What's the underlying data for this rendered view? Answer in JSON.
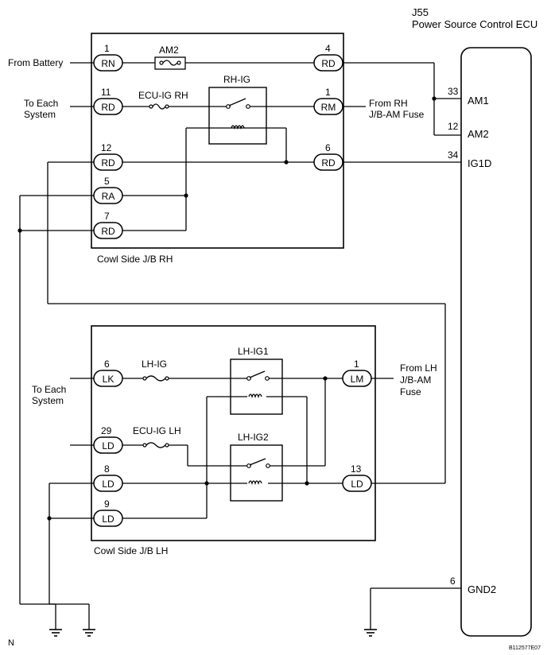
{
  "ecu": {
    "id": "J55",
    "name": "Power Source Control ECU",
    "pins": [
      {
        "num": "33",
        "label": "AM1"
      },
      {
        "num": "12",
        "label": "AM2"
      },
      {
        "num": "34",
        "label": "IG1D"
      },
      {
        "num": "6",
        "label": "GND2"
      }
    ]
  },
  "jb_rh": {
    "name": "Cowl Side J/B RH",
    "fuse_am2": "AM2",
    "fuse_ecu_ig": "ECU-IG RH",
    "relay": "RH-IG",
    "connectors": [
      {
        "num": "1",
        "code": "RN"
      },
      {
        "num": "11",
        "code": "RD"
      },
      {
        "num": "12",
        "code": "RD"
      },
      {
        "num": "5",
        "code": "RA"
      },
      {
        "num": "7",
        "code": "RD"
      },
      {
        "num": "4",
        "code": "RD"
      },
      {
        "num": "1",
        "code": "RM"
      },
      {
        "num": "6",
        "code": "RD"
      }
    ]
  },
  "jb_lh": {
    "name": "Cowl Side J/B LH",
    "fuse_lh_ig": "LH-IG",
    "fuse_ecu_ig": "ECU-IG LH",
    "relay1": "LH-IG1",
    "relay2": "LH-IG2",
    "connectors": [
      {
        "num": "6",
        "code": "LK"
      },
      {
        "num": "29",
        "code": "LD"
      },
      {
        "num": "8",
        "code": "LD"
      },
      {
        "num": "9",
        "code": "LD"
      },
      {
        "num": "1",
        "code": "LM"
      },
      {
        "num": "13",
        "code": "LD"
      }
    ]
  },
  "labels": {
    "from_battery": "From Battery",
    "to_each_system_rh_1": "To Each",
    "to_each_system_rh_2": "System",
    "from_rh_1": "From RH",
    "from_rh_2": "J/B-AM Fuse",
    "to_each_system_lh_1": "To Each",
    "to_each_system_lh_2": "System",
    "from_lh_1": "From LH",
    "from_lh_2": "J/B-AM",
    "from_lh_3": "Fuse",
    "corner_n": "N",
    "figure_code": "B112577E07"
  }
}
